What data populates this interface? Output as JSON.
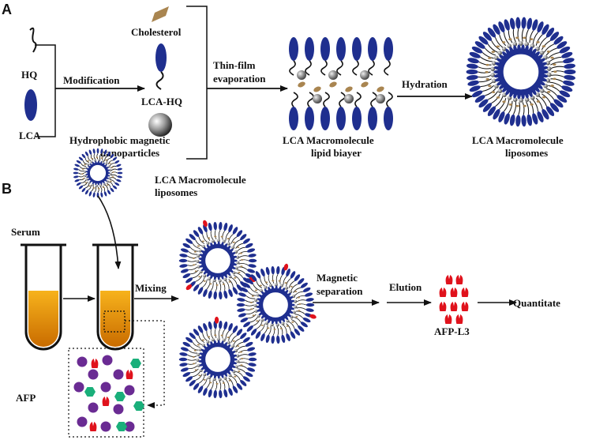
{
  "panels": {
    "a": {
      "letter": "A",
      "hq": "HQ",
      "lca": "LCA",
      "modification": "Modification",
      "cholesterol": "Cholesterol",
      "lca_hq": "LCA-HQ",
      "nanoparticles_1": "Hydrophobic magnetic",
      "nanoparticles_2": "nanoparticles",
      "thin_film_1": "Thin-film",
      "thin_film_2": "evaporation",
      "bilayer_1": "LCA  Macromolecule",
      "bilayer_2": "lipid biayer",
      "hydration": "Hydration",
      "liposome_1": "LCA  Macromolecule",
      "liposome_2": "liposomes"
    },
    "b": {
      "letter": "B",
      "liposome_1": "LCA  Macromolecule",
      "liposome_2": "liposomes",
      "serum": "Serum",
      "mixing": "Mixing",
      "magnetic_1": "Magnetic",
      "magnetic_2": "separation",
      "elution": "Elution",
      "afp_l3": "AFP-L3",
      "quantitate": "Quantitate",
      "afp": "AFP"
    }
  },
  "colors": {
    "lca_blue": "#1f2f8f",
    "cholesterol_tan": "#a98550",
    "afp_l3_red": "#e0121c",
    "afp_purple": "#6a2b93",
    "afp_green": "#1aaf7a",
    "serum_orange": "#f0a010"
  }
}
